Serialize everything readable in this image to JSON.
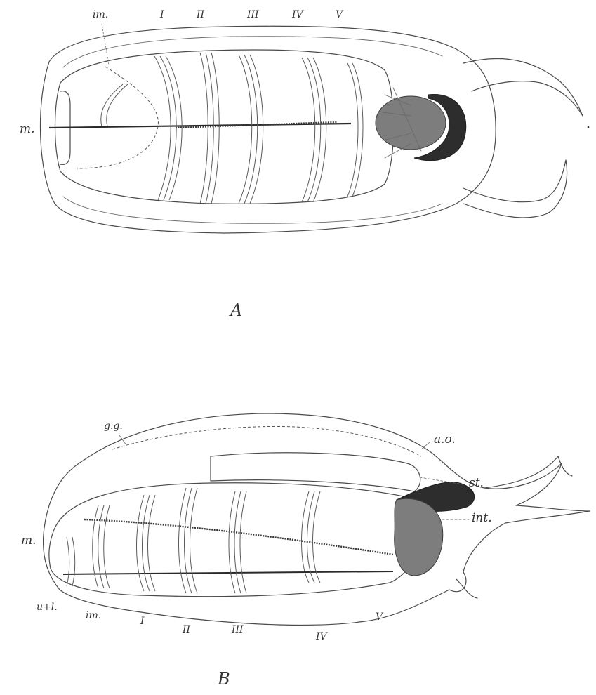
{
  "figure_a": {
    "caption": "A",
    "labels": {
      "im": "im.",
      "m": "m.",
      "seg_1": "I",
      "seg_2": "II",
      "seg_3": "III",
      "seg_4": "IV",
      "seg_5": "V"
    }
  },
  "figure_b": {
    "caption": "B",
    "labels": {
      "gg": "g.g.",
      "ao": "a.o.",
      "m": "m.",
      "st": "st.",
      "int": "int.",
      "ul": "u+l.",
      "im": "im.",
      "seg_1": "I",
      "seg_2": "II",
      "seg_3": "III",
      "seg_4": "IV",
      "seg_5": "V"
    }
  }
}
